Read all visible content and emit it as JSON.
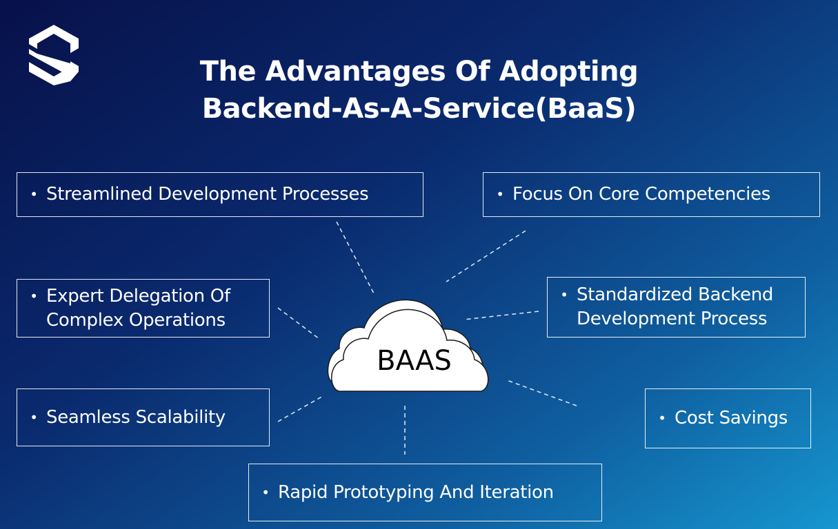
{
  "header": {
    "title_line1": "The Advantages Of Adopting",
    "title_line2": "Backend-As-A-Service(BaaS)"
  },
  "logo": {
    "icon": "s-logo-icon"
  },
  "center": {
    "label": "BAAS",
    "icon": "cloud-icon"
  },
  "benefits": [
    {
      "id": "streamlined",
      "lines": [
        "Streamlined Development Processes"
      ]
    },
    {
      "id": "focus",
      "lines": [
        "Focus On Core Competencies"
      ]
    },
    {
      "id": "expert",
      "lines": [
        "Expert Delegation Of",
        "Complex Operations"
      ]
    },
    {
      "id": "standardized",
      "lines": [
        "Standardized Backend",
        "Development Process"
      ]
    },
    {
      "id": "scalability",
      "lines": [
        "Seamless Scalability"
      ]
    },
    {
      "id": "cost",
      "lines": [
        "Cost Savings"
      ]
    },
    {
      "id": "rapid",
      "lines": [
        "Rapid Prototyping And Iteration"
      ]
    }
  ],
  "colors": {
    "background_start": "#07114a",
    "background_end": "#1696cf",
    "text": "#ffffff",
    "cloud_fill": "#ffffff",
    "cloud_label": "#000000"
  },
  "bullet_symbol": "•"
}
